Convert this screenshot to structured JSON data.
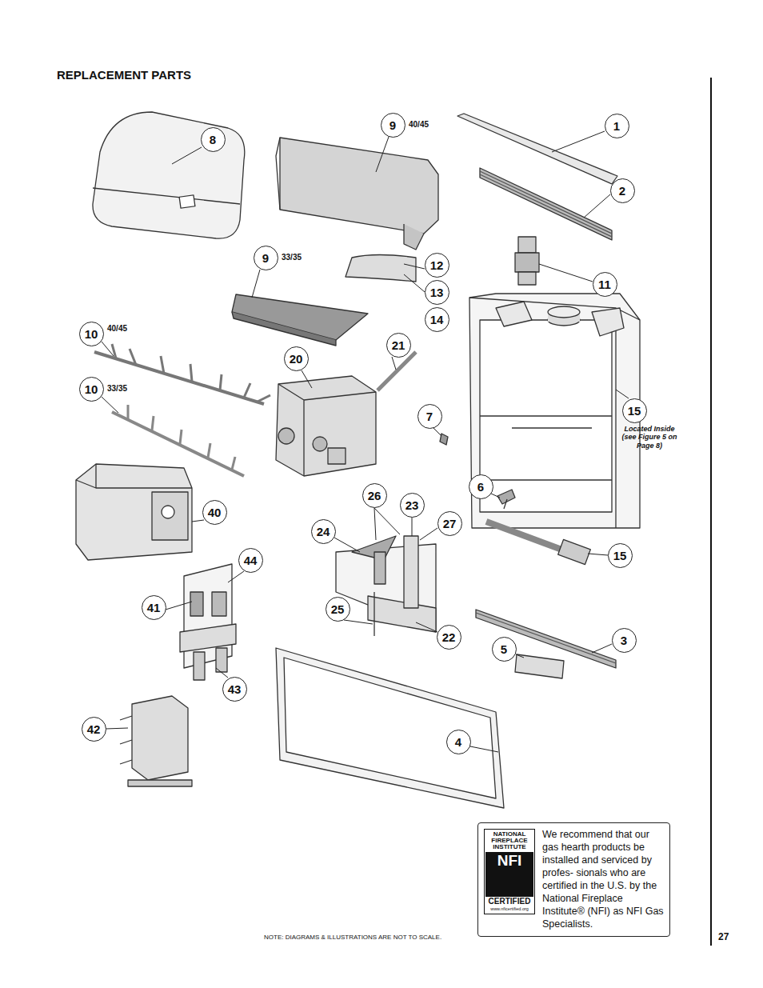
{
  "diagram": {
    "title": "REPLACEMENT PARTS",
    "nodes": [
      {
        "text": [
          "9"
        ]
      },
      {
        "text": [
          "1"
        ]
      },
      {
        "text": [
          "8"
        ]
      },
      {
        "text": [
          "2"
        ]
      },
      {
        "text": [
          "9"
        ]
      },
      {
        "text": [
          "12"
        ]
      },
      {
        "text": [
          "11"
        ]
      },
      {
        "text": [
          "13"
        ]
      },
      {
        "text": [
          "14"
        ]
      },
      {
        "text": [
          "10"
        ]
      },
      {
        "text": [
          "21"
        ]
      },
      {
        "text": [
          "20"
        ]
      },
      {
        "text": [
          "10"
        ]
      },
      {
        "text": [
          "15"
        ]
      },
      {
        "text": [
          "7"
        ]
      },
      {
        "text": [
          "6"
        ]
      },
      {
        "text": [
          "26"
        ]
      },
      {
        "text": [
          "23"
        ]
      },
      {
        "text": [
          "40"
        ]
      },
      {
        "text": [
          "27"
        ]
      },
      {
        "text": [
          "24"
        ]
      },
      {
        "text": [
          "15"
        ]
      },
      {
        "text": [
          "44"
        ]
      },
      {
        "text": [
          "41"
        ]
      },
      {
        "text": [
          "25"
        ]
      },
      {
        "text": [
          "22"
        ]
      },
      {
        "text": [
          "3"
        ]
      },
      {
        "text": [
          "5"
        ]
      },
      {
        "text": [
          "43"
        ]
      },
      {
        "text": [
          "42"
        ]
      },
      {
        "text": [
          "4"
        ]
      },
      {
        "text": [
          "We recommend that our gas hearth products be installed and serviced by profes- sionals who are certified in the U.S. by the National Fireplace Institute® (NFI) as NFI Gas Specialists."
        ]
      },
      {
        "text": [
          "NATIONAL FIREPLACE INSTITUTE",
          "NFI",
          "CERTIFIED",
          "www.nficertified.org"
        ],
        "in": 31
      }
    ],
    "labels": [
      "40/45",
      "33/35",
      "40/45",
      "33/35",
      "Located Inside (see Figure 5 on Page 8)",
      "NOTE: DIAGRAMS & ILLUSTRATIONS ARE NOT TO SCALE.",
      "27"
    ]
  }
}
